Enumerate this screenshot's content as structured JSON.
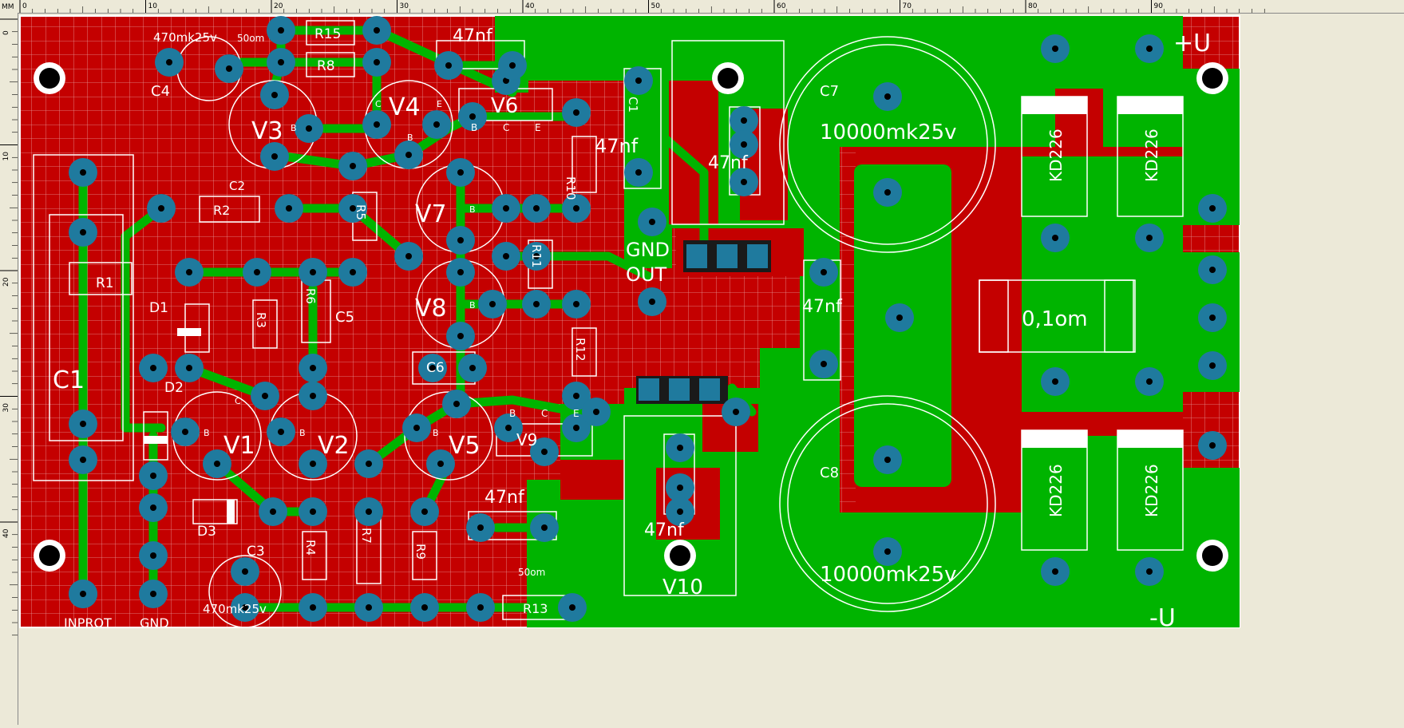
{
  "ruler": {
    "unit": "MM",
    "top_ticks": [
      "0",
      "10",
      "20",
      "30",
      "40",
      "50",
      "60",
      "70",
      "80",
      "90"
    ],
    "left_ticks": [
      "0",
      "10",
      "20",
      "30",
      "40"
    ]
  },
  "colors": {
    "board": "#c00000",
    "copper": "#00b400",
    "pad": "#1f7a9e",
    "silkscreen": "#ffffff",
    "grid": "#e08080"
  },
  "components": {
    "c1": "C1",
    "c2": "C2",
    "c3": "C3",
    "c4": "C4",
    "c5": "C5",
    "c6": "C6",
    "c7": "C7",
    "c8": "C8",
    "r1": "R1",
    "r2": "R2",
    "r3": "R3",
    "r4": "R4",
    "r5": "R5",
    "r6": "R6",
    "r7": "R7",
    "r8": "R8",
    "r9": "R9",
    "r10": "R10",
    "r11": "R11",
    "r12": "R12",
    "r13": "R13",
    "r15": "R15",
    "d1": "D1",
    "d2": "D2",
    "d3": "D3",
    "v1": "V1",
    "v2": "V2",
    "v3": "V3",
    "v4": "V4",
    "v5": "V5",
    "v6": "V6",
    "v7": "V7",
    "v8": "V8",
    "v9": "V9",
    "v10": "V10"
  },
  "values": {
    "cap_470_top": "470mk25v",
    "cap_470_bottom": "470mk25v",
    "ohm_50_top": "50om",
    "ohm_50_bottom": "50om",
    "cap_47nf_top": "47nf",
    "cap_47nf_c1": "47nf",
    "cap_47nf_mid": "47nf",
    "cap_47nf_c8": "47nf",
    "cap_47nf_bottom": "47nf",
    "cap_47nf_v10": "47nf",
    "big_cap_top": "10000mk25v",
    "big_cap_bottom": "10000mk25v",
    "shunt": "0,1om",
    "kd_1": "KD226",
    "kd_2": "KD226",
    "kd_3": "KD226",
    "kd_4": "KD226"
  },
  "labels": {
    "plus_u": "+U",
    "minus_u": "-U",
    "gnd_out_1": "GND",
    "gnd_out_2": "OUT",
    "inprot": "INPROT",
    "gnd": "GND"
  },
  "pins": {
    "b": "B",
    "c": "C",
    "e": "E"
  }
}
